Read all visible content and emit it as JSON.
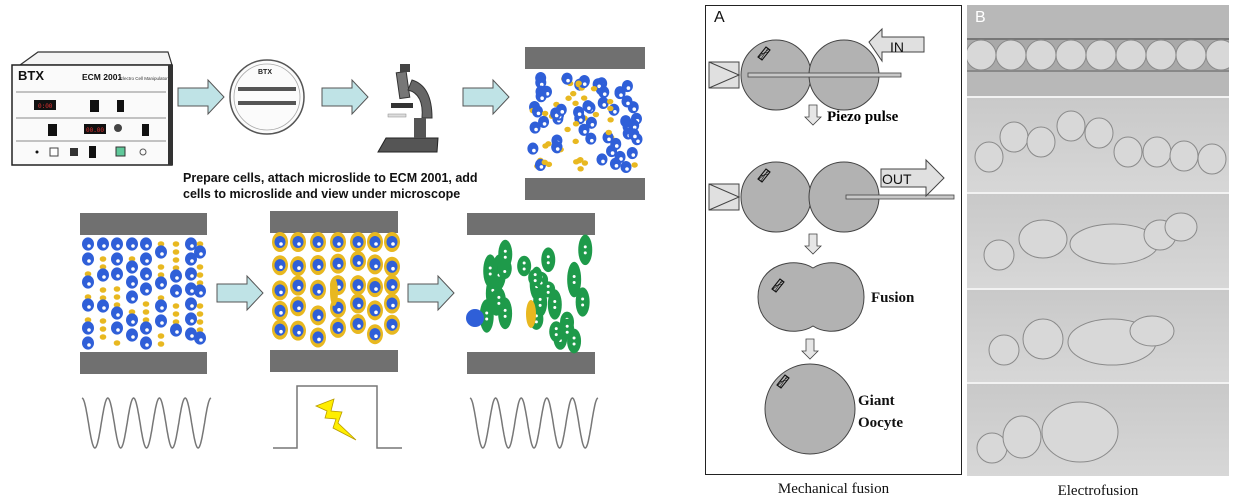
{
  "left_panel": {
    "device": {
      "brand": "BTX",
      "model": "ECM 2001",
      "subtitle": "Electro Cell Manipulator",
      "display1": "0:00",
      "display2": "00.00"
    },
    "microslide_brand": "BTX",
    "caption_line1": "Prepare cells, attach microslide to ECM 2001, add",
    "caption_line2": "cells to microslide and view under microscope",
    "stages": [
      "random cells",
      "AC alignment (pearl chains)",
      "DC pulse fusion",
      "fused cells"
    ],
    "colors": {
      "arrow_fill": "#bfe3e6",
      "arrow_stroke": "#555555",
      "electrode": "#707070",
      "cell_blue": "#2f5fd8",
      "cell_yellow": "#e8b820",
      "cell_green": "#1e9a4a",
      "bolt": "#ffee00"
    }
  },
  "panel_a": {
    "label": "A",
    "arrow_in": "IN",
    "arrow_out": "OUT",
    "step1": "Piezo pulse",
    "step2": "Fusion",
    "step3_line1": "Giant",
    "step3_line2": "Oocyte",
    "caption": "Mechanical fusion",
    "colors": {
      "cell": "#b2b2b2",
      "arrow": "#e0e0e0"
    }
  },
  "panel_b": {
    "label": "B",
    "caption": "Electrofusion",
    "sub_panels": [
      "aligned oocytes in capillary",
      "chain of 9 oocytes",
      "partially fused chain",
      "further fused chain",
      "giant oocyte with 2 cells"
    ]
  }
}
